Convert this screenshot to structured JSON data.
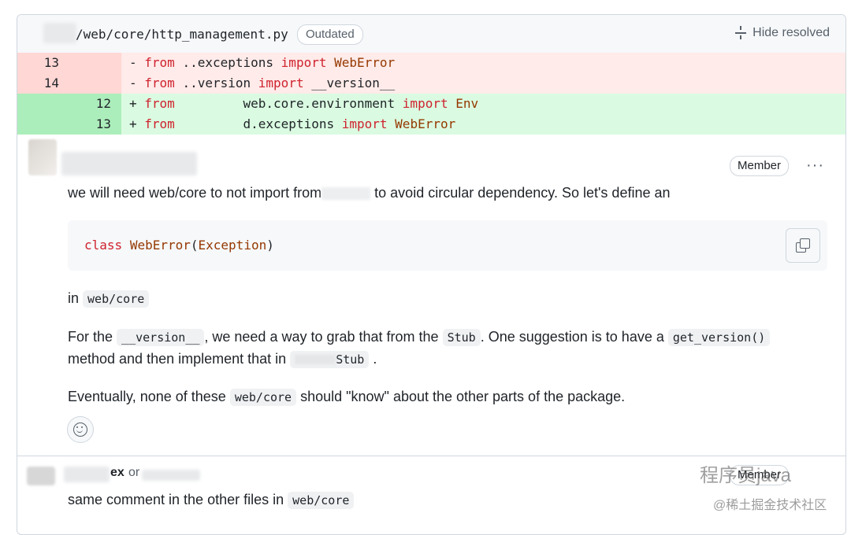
{
  "file_header": {
    "path": "/web/core/http_management.py",
    "status_badge": "Outdated",
    "hide_resolved": "Hide resolved"
  },
  "diff": [
    {
      "type": "del",
      "old": "13",
      "new": "",
      "sign": "-",
      "parts": [
        {
          "t": "from",
          "k": "kw"
        },
        {
          "t": " ..exceptions "
        },
        {
          "t": "import",
          "k": "kw"
        },
        {
          "t": " "
        },
        {
          "t": "WebError",
          "k": "cls"
        }
      ]
    },
    {
      "type": "del",
      "old": "14",
      "new": "",
      "sign": "-",
      "parts": [
        {
          "t": "from",
          "k": "kw"
        },
        {
          "t": " ..version "
        },
        {
          "t": "import",
          "k": "kw"
        },
        {
          "t": " __version__"
        }
      ]
    },
    {
      "type": "add",
      "old": "",
      "new": "12",
      "sign": "+",
      "parts": [
        {
          "t": "from",
          "k": "kw"
        },
        {
          "t": "         web.core.environment "
        },
        {
          "t": "import",
          "k": "kw"
        },
        {
          "t": " "
        },
        {
          "t": "Env",
          "k": "cls"
        }
      ]
    },
    {
      "type": "add",
      "old": "",
      "new": "13",
      "sign": "+",
      "parts": [
        {
          "t": "from",
          "k": "kw"
        },
        {
          "t": "         d.exceptions "
        },
        {
          "t": "import",
          "k": "kw"
        },
        {
          "t": " "
        },
        {
          "t": "WebError",
          "k": "cls"
        }
      ]
    }
  ],
  "comment1": {
    "role_badge": "Member",
    "more_menu": "···",
    "line1_a": "we will need web/core to not import from",
    "line1_b": "to avoid circular dependency. So let's define an",
    "code": {
      "kw": "class",
      "name": "WebError",
      "paren_open": "(",
      "base": "Exception",
      "paren_close": ")"
    },
    "line2_prefix": "in",
    "line2_code": "web/core",
    "line3_a": "For the",
    "line3_code1": "__version__",
    "line3_b": ", we need a way to grab that from the",
    "line3_code2": "Stub",
    "line3_c": ". One suggestion is to have a",
    "line3_code3": "get_version()",
    "line4_a": "method and then implement that in",
    "line4_code": "Stub",
    "line4_b": ".",
    "line5_a": "Eventually, none of these",
    "line5_code": "web/core",
    "line5_b": "should \"know\" about the other parts of the package."
  },
  "comment2": {
    "author_suffix": "ex",
    "on": "or",
    "role_badge": "Member",
    "text_a": "same comment in the other files in",
    "text_code": "web/core"
  },
  "watermark": {
    "line1": "程序员java",
    "line2": "@稀土掘金技术社区"
  }
}
